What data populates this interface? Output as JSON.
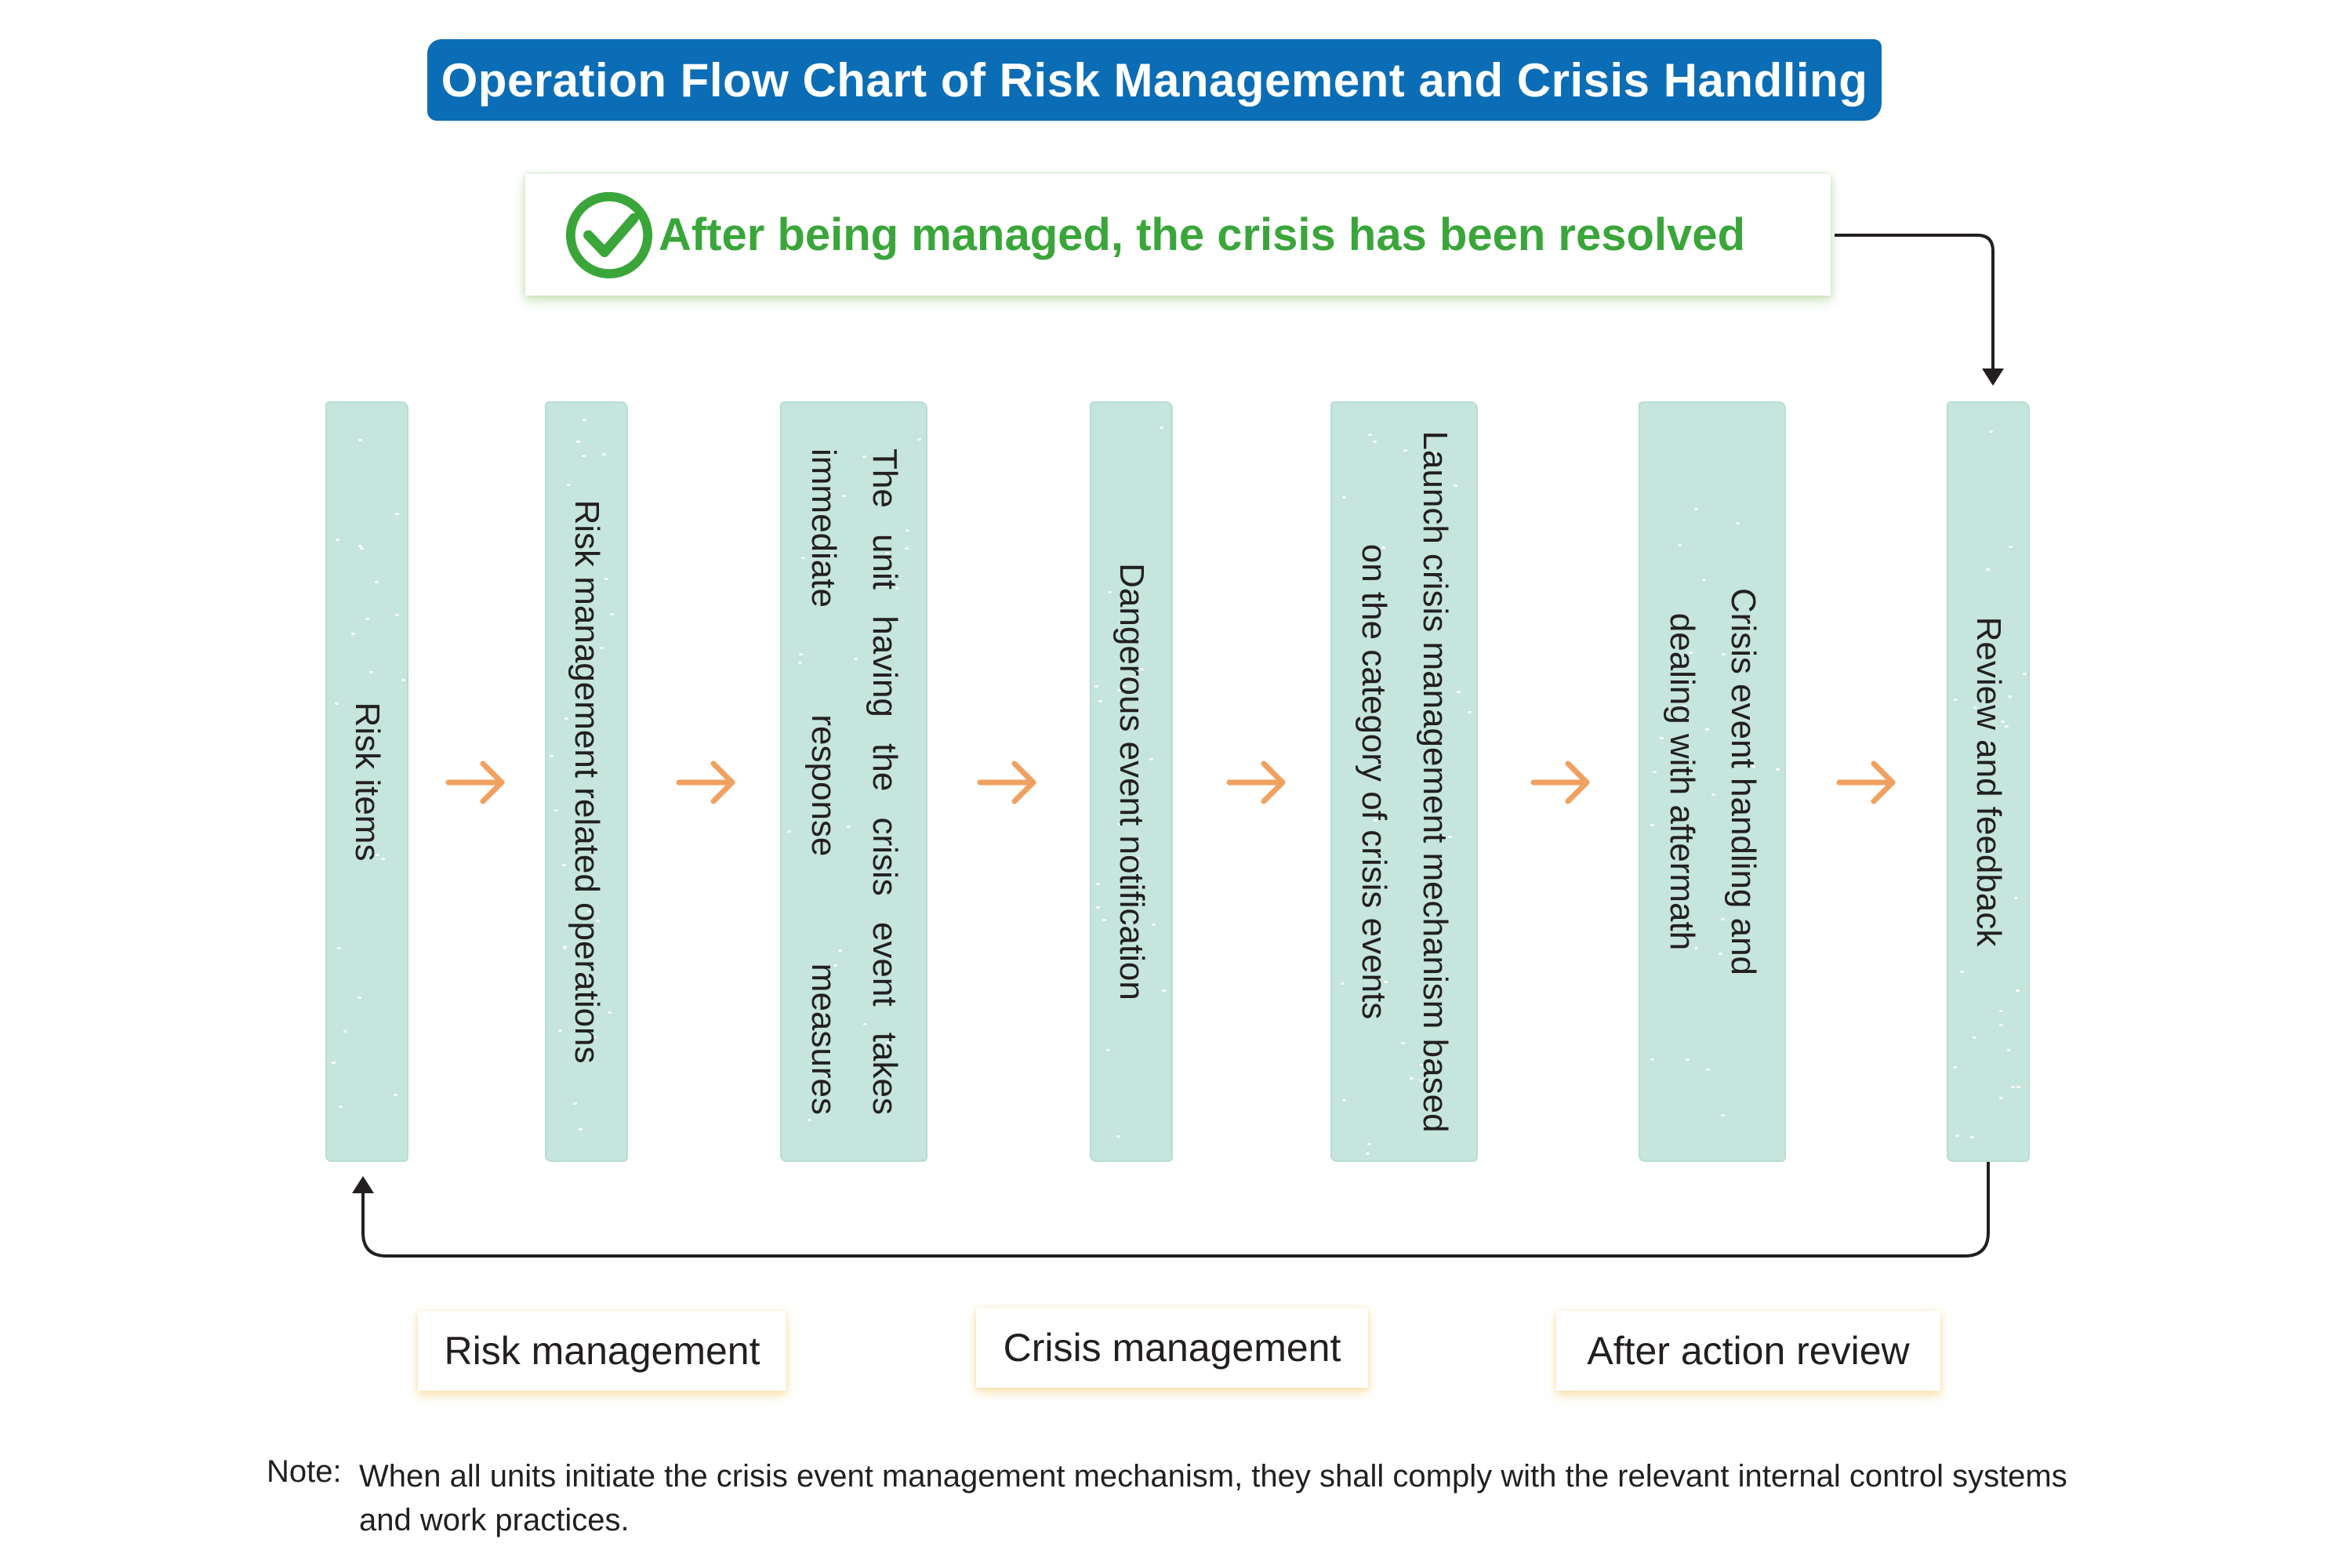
{
  "title": "Operation Flow Chart of Risk Management and Crisis Handling",
  "resolved": {
    "icon": "checkmark-circle-icon",
    "text": "After being managed, the crisis has been resolved"
  },
  "steps": [
    "Risk items",
    "Risk management related operations",
    "The unit having the crisis event takes immediate response measures",
    "Dangerous event notification",
    "Launch crisis management mechanism based on the category of crisis events",
    "Crisis event handling and dealing with aftermath",
    "Review and feedback"
  ],
  "stages": [
    "Risk management",
    "Crisis management",
    "After action review"
  ],
  "note": {
    "label": "Note:",
    "text": "When all units initiate the crisis event management mechanism, they shall comply with the relevant internal control systems and work practices."
  },
  "colors": {
    "banner": "#0b6db6",
    "resolved_text": "#3aa63a",
    "column_fill": "#c5e5dd",
    "arrow": "#f0a160",
    "connector": "#231f20"
  }
}
